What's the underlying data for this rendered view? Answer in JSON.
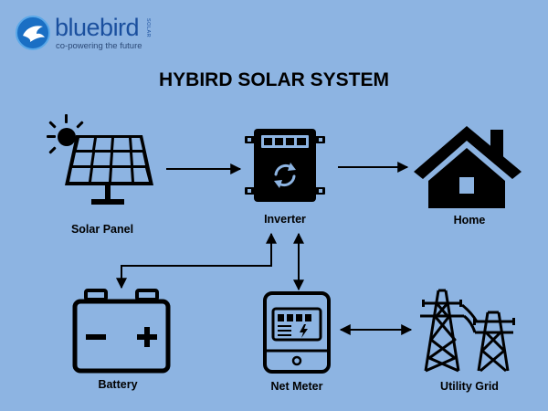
{
  "brand": {
    "name": "bluebird",
    "tagline": "co-powering the future",
    "vertical_text": "SOLAR",
    "color": "#1a4f9e"
  },
  "diagram": {
    "title": "HYBIRD SOLAR SYSTEM",
    "background": "#8db4e2",
    "nodes": {
      "solar_panel": {
        "label": "Solar Panel",
        "icon": "solar-panel-icon"
      },
      "inverter": {
        "label": "Inverter",
        "icon": "inverter-icon"
      },
      "home": {
        "label": "Home",
        "icon": "house-icon"
      },
      "battery": {
        "label": "Battery",
        "icon": "battery-icon"
      },
      "net_meter": {
        "label": "Net Meter",
        "icon": "electric-meter-icon"
      },
      "utility_grid": {
        "label": "Utility Grid",
        "icon": "power-tower-icon"
      }
    },
    "edges": [
      {
        "from": "solar_panel",
        "to": "inverter",
        "direction": "one-way"
      },
      {
        "from": "inverter",
        "to": "home",
        "direction": "one-way"
      },
      {
        "from": "inverter",
        "to": "battery",
        "direction": "two-way"
      },
      {
        "from": "inverter",
        "to": "net_meter",
        "direction": "two-way"
      },
      {
        "from": "net_meter",
        "to": "utility_grid",
        "direction": "two-way"
      }
    ]
  }
}
